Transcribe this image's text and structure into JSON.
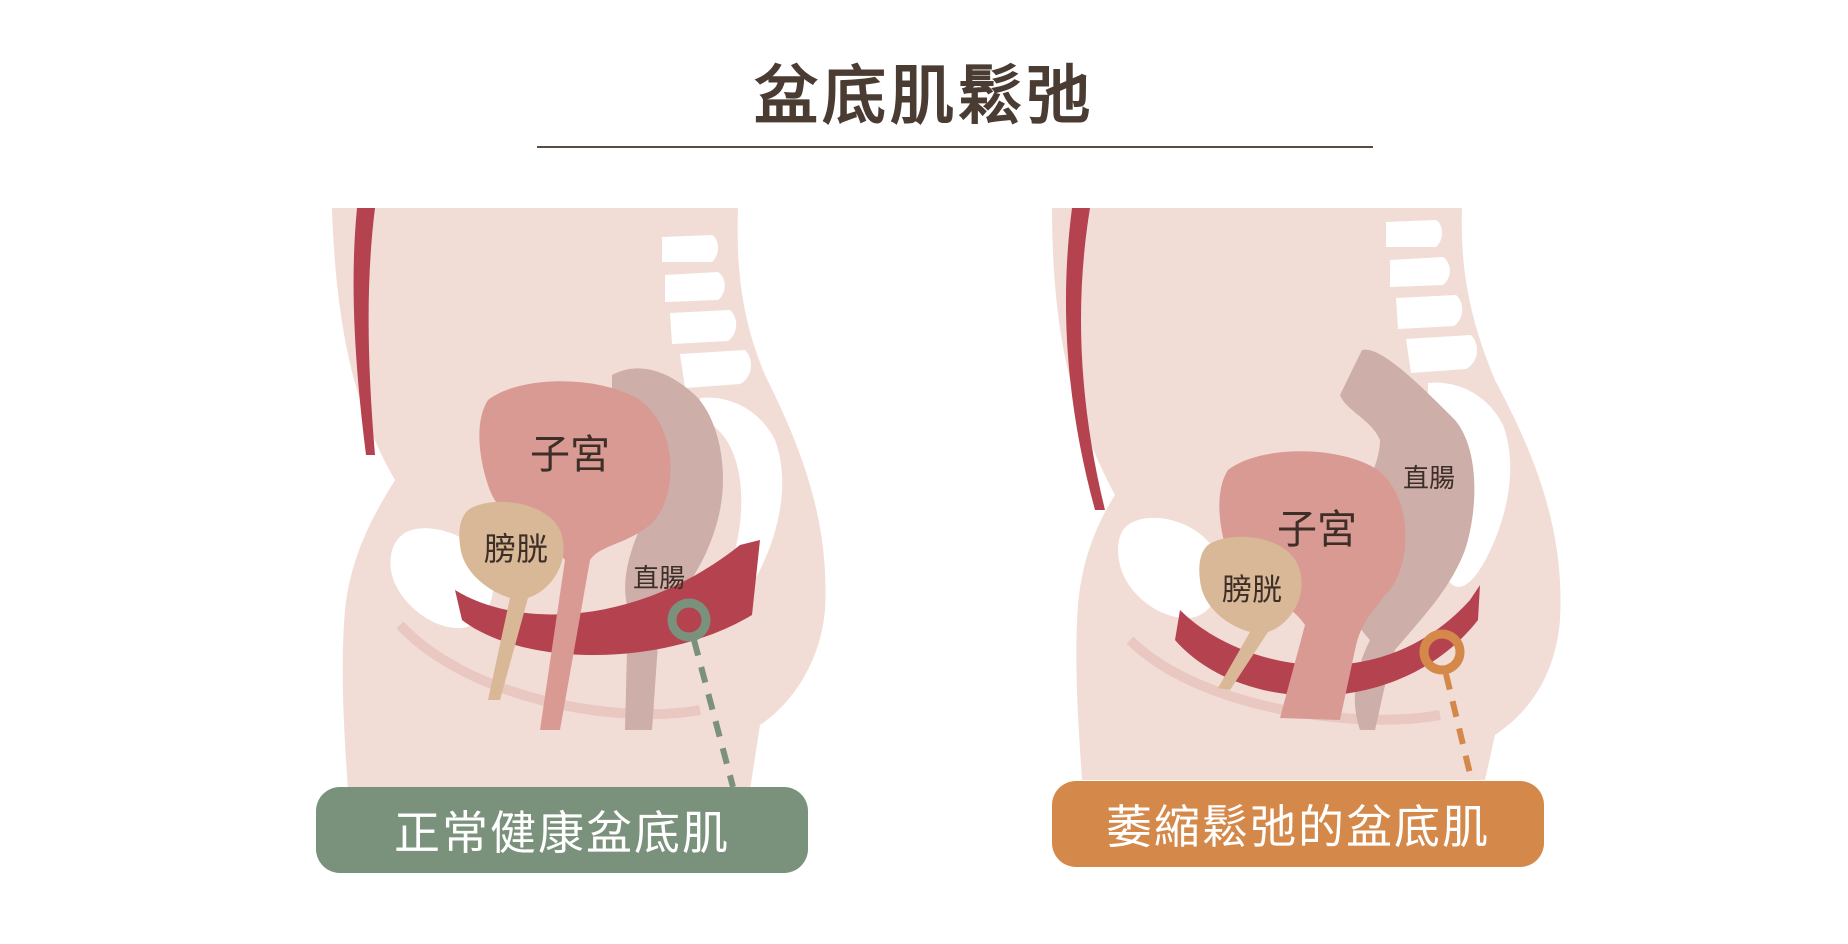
{
  "title": "盆底肌鬆弛",
  "panels": [
    {
      "caption": "正常健康盆底肌",
      "caption_color": "#7a917b",
      "organs": {
        "uterus": "子宮",
        "bladder": "膀胱",
        "rectum": "直腸"
      }
    },
    {
      "caption": "萎縮鬆弛的盆底肌",
      "caption_color": "#d4894a",
      "organs": {
        "uterus": "子宮",
        "bladder": "膀胱",
        "rectum": "直腸"
      }
    }
  ],
  "colors": {
    "body": "#f2ddd6",
    "muscle": "#b5434f",
    "uterus": "#d99a94",
    "bladder": "#d8b896",
    "rectum": "#cdaea8",
    "bone": "#ffffff"
  }
}
